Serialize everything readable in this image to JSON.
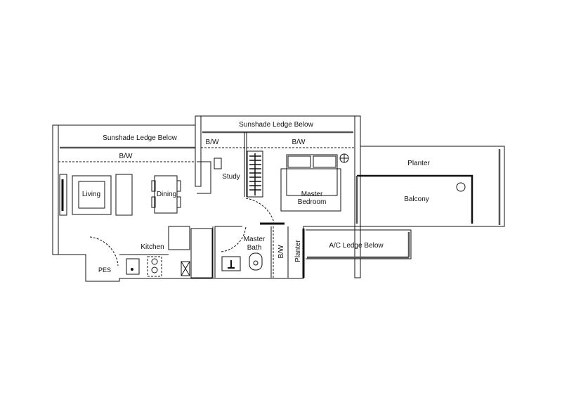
{
  "plan": {
    "labels": {
      "sunshade_left": "Sunshade Ledge Below",
      "sunshade_top": "Sunshade Ledge Below",
      "bw_left": "B/W",
      "bw_study": "B/W",
      "bw_bedroom": "B/W",
      "bw_bath": "B/W",
      "living": "Living",
      "dining": "Dining",
      "study": "Study",
      "master_bedroom_1": "Master",
      "master_bedroom_2": "Bedroom",
      "kitchen": "Kitchen",
      "master_bath_1": "Master",
      "master_bath_2": "Bath",
      "pes": "PES",
      "planter_vertical": "Planter",
      "planter": "Planter",
      "balcony": "Balcony",
      "ac_ledge": "A/C Ledge Below"
    }
  }
}
